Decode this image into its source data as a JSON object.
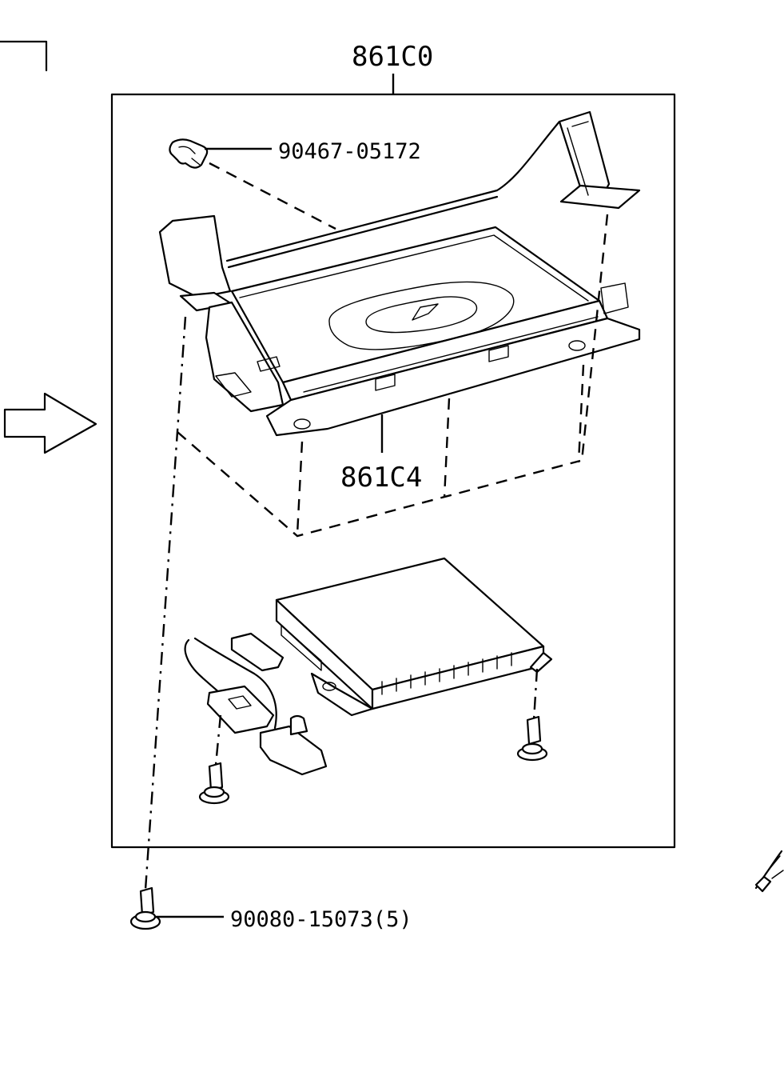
{
  "labels": {
    "assembly": "861C0",
    "bracket": "861C4",
    "clip": "90467-05172",
    "screw": "90080-15073(5)"
  }
}
